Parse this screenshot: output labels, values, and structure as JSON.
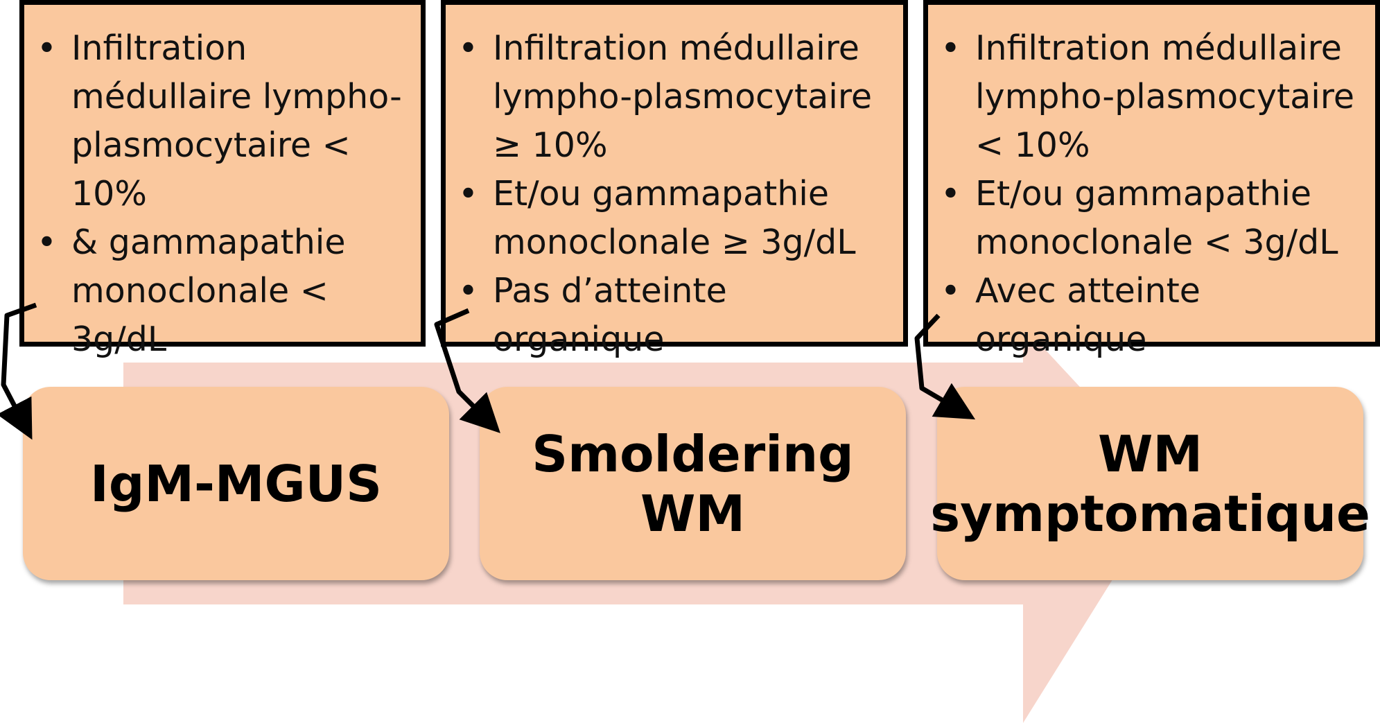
{
  "colors": {
    "box_fill": "#fac89e",
    "arrow_fill": "#f7d5cb",
    "border": "#000000",
    "text": "#000000"
  },
  "criteria": [
    {
      "bullets": [
        "Infiltration médullaire lympho-plasmocytaire < 10%",
        "& gammapathie monoclonale < 3g/dL"
      ]
    },
    {
      "bullets": [
        "Infiltration médullaire lympho-plasmocytaire ≥  10%",
        "Et/ou gammapathie monoclonale ≥  3g/dL",
        "Pas d’atteinte organique"
      ]
    },
    {
      "bullets": [
        "Infiltration médullaire lympho-plasmocytaire < 10%",
        "Et/ou gammapathie monoclonale < 3g/dL",
        "Avec atteinte organique"
      ]
    }
  ],
  "stages": [
    {
      "line1": "IgM-MGUS",
      "line2": ""
    },
    {
      "line1": "Smoldering",
      "line2": "WM"
    },
    {
      "line1": "WM",
      "line2": "symptomatique"
    }
  ],
  "bullet_char": "•"
}
